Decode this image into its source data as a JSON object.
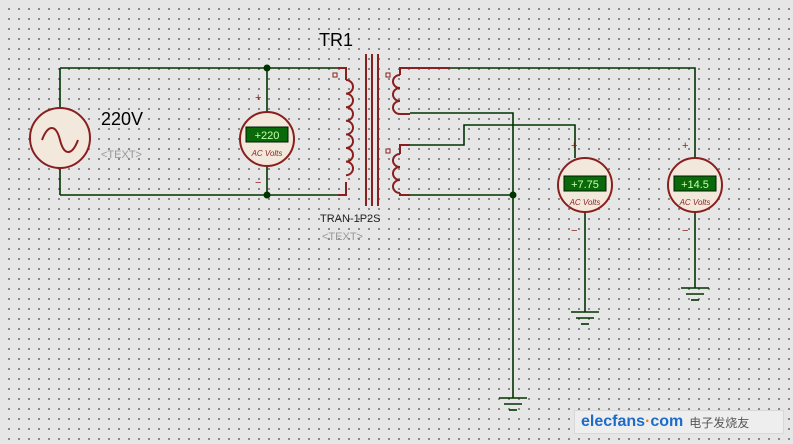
{
  "source": {
    "label": "220V",
    "text_placeholder": "<TEXT>"
  },
  "transformer": {
    "ref": "TR1",
    "part": "TRAN-1P2S",
    "text_placeholder": "<TEXT>"
  },
  "meters": [
    {
      "id": "primary",
      "reading": "+220",
      "label": "AC Volts",
      "plus": "+",
      "minus": "−"
    },
    {
      "id": "secondary1",
      "reading": "+7.75",
      "label": "AC Volts",
      "plus": "+",
      "minus": "−"
    },
    {
      "id": "secondary2",
      "reading": "+14.5",
      "label": "AC Volts",
      "plus": "+",
      "minus": "−"
    }
  ],
  "watermark": {
    "brand": "elecfans",
    "dot": "·",
    "domain": "com",
    "chinese": "电子发烧友"
  },
  "colors": {
    "wire": "#003300",
    "component": "#8a1f1f",
    "lcd": "#0a6a0a",
    "background": "#e6e6e6"
  }
}
